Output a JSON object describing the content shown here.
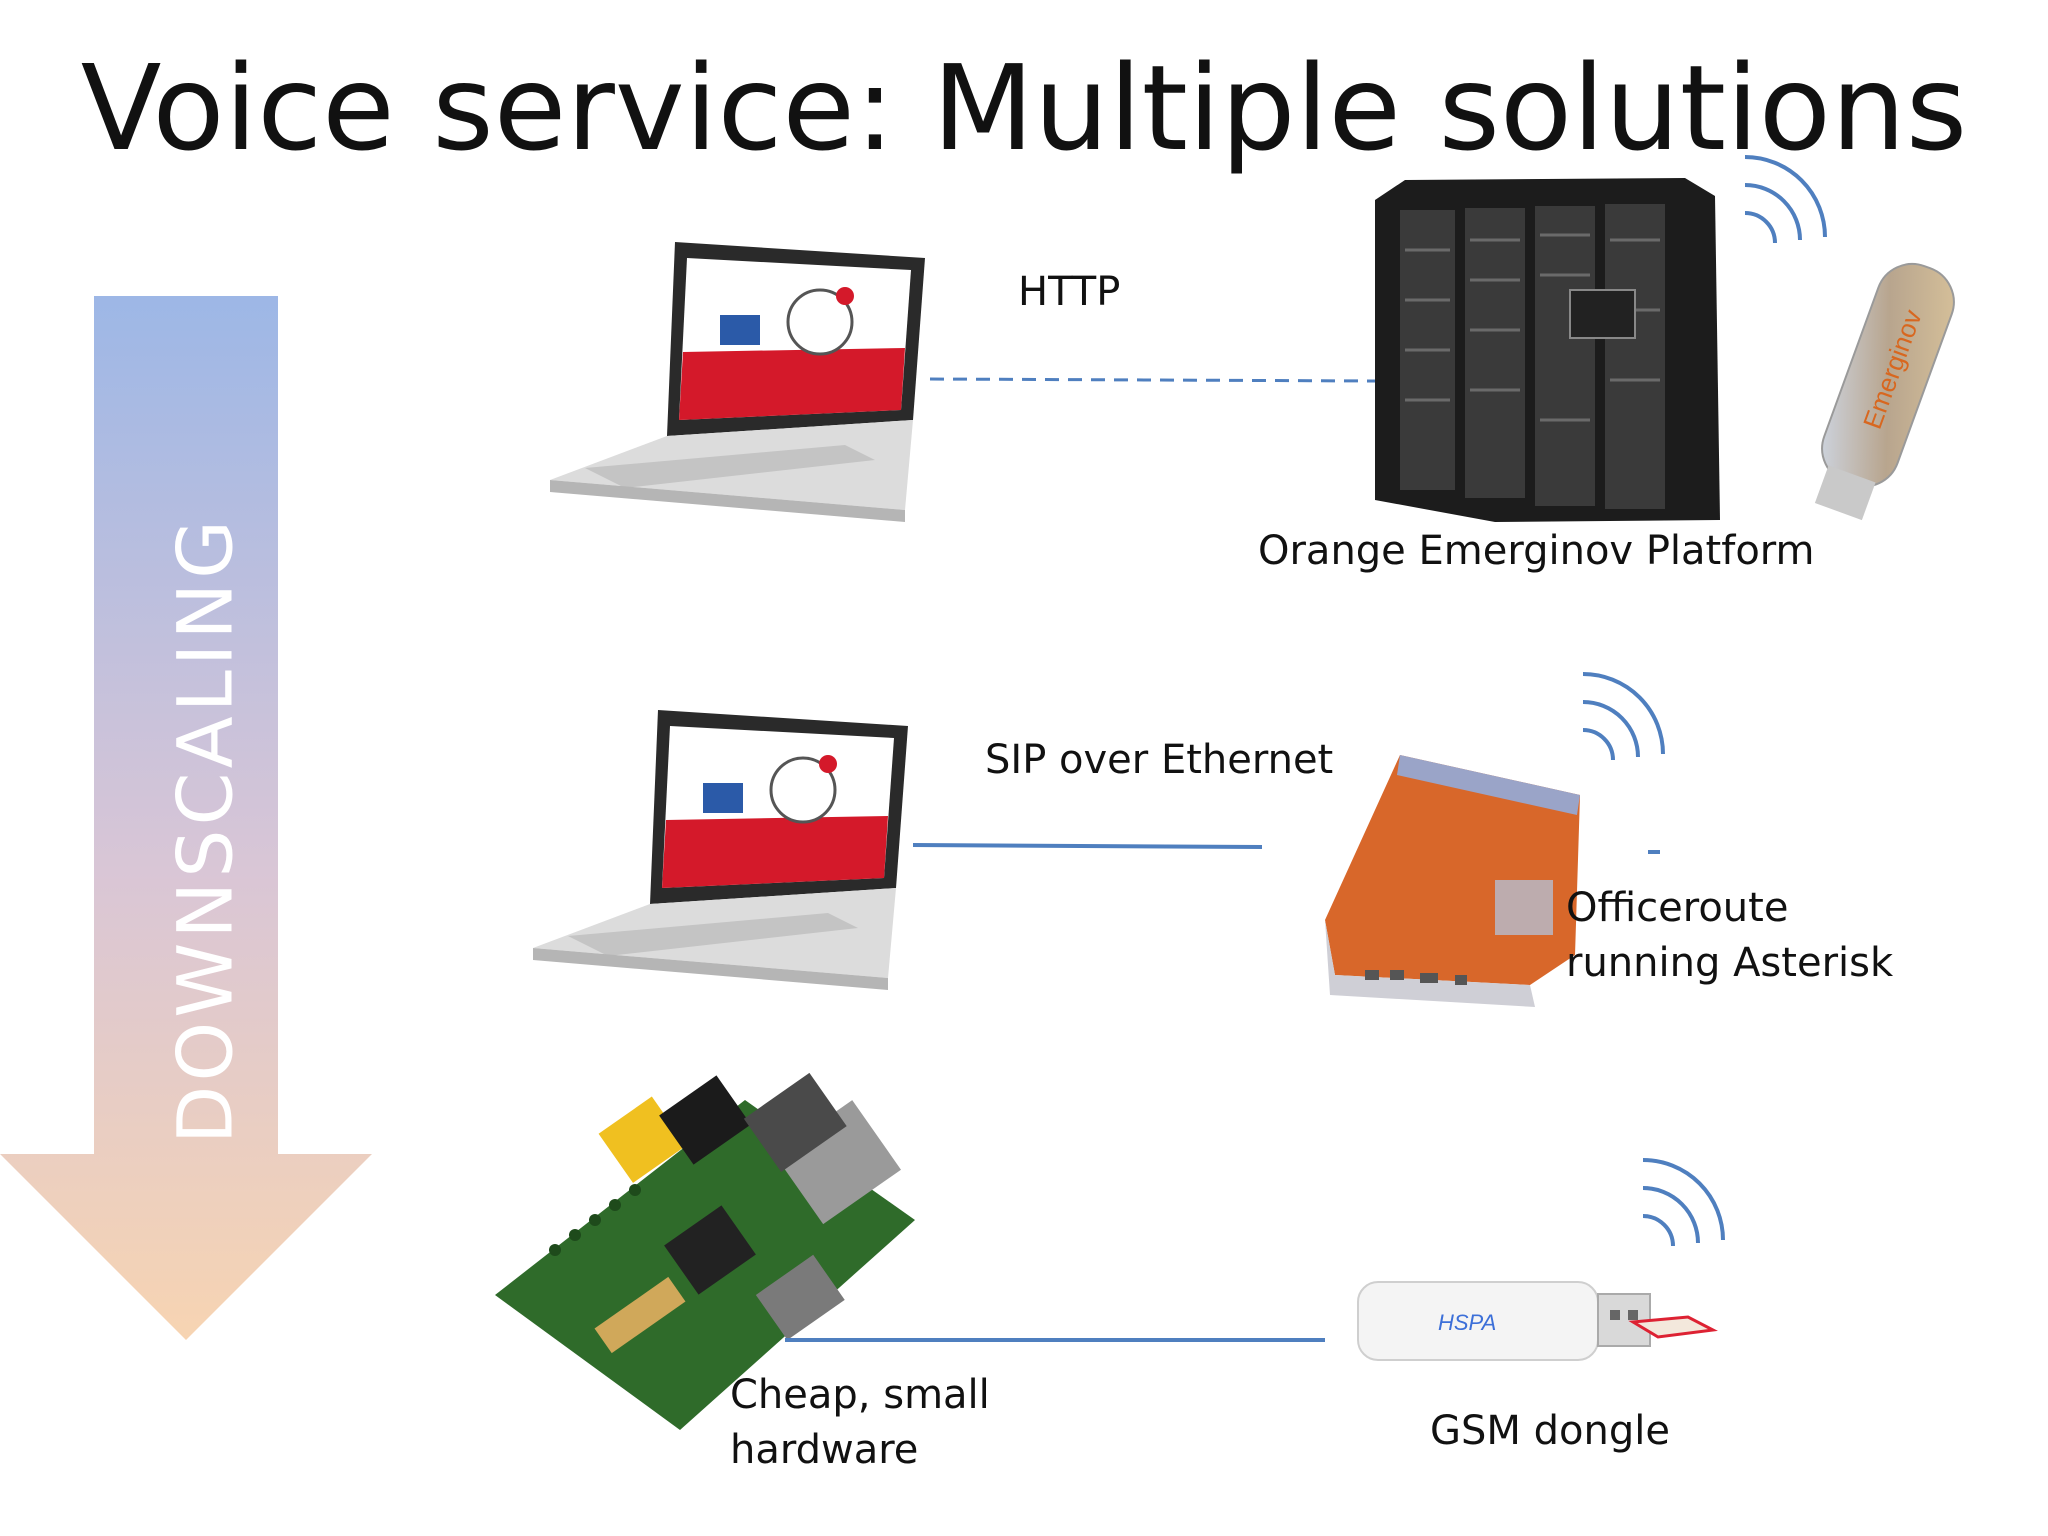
{
  "title": "Voice service: Multiple solutions",
  "arrow": {
    "label": "DOWNSCALING",
    "top_color": "#9db7e6",
    "bottom_color": "#f7d4b2"
  },
  "rows": [
    {
      "link_label": "HTTP",
      "link_style": "dashed",
      "device_label": "Orange Emerginov Platform",
      "dongle_text": "Emerginov"
    },
    {
      "link_label": "SIP over Ethernet",
      "link_style": "solid",
      "device_label_line1": "Officeroute",
      "device_label_line2": "running Asterisk"
    },
    {
      "client_label_line1": "Cheap, small",
      "client_label_line2": "hardware",
      "link_style": "solid",
      "device_label": "GSM dongle",
      "dongle_text": "HSPA"
    }
  ],
  "colors": {
    "link": "#4f7fbf",
    "laptop_screen_red": "#d4192a",
    "router_orange": "#d8672a",
    "board_green": "#2f6b2a"
  }
}
